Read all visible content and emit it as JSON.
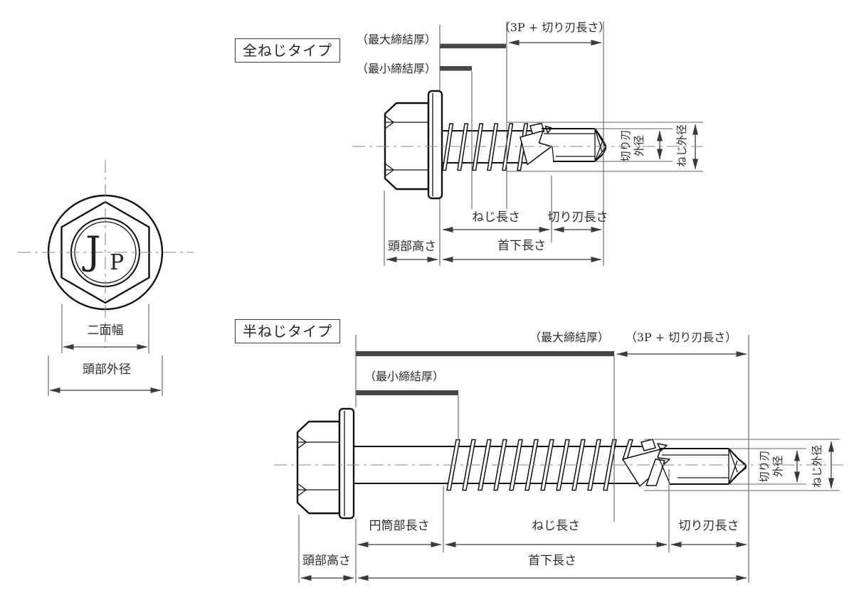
{
  "colors": {
    "line": "#111111",
    "dimension": "#3a3a3a",
    "thickness_bar": "#4a4445",
    "text": "#2b2b2b",
    "background": "#ffffff"
  },
  "front_view": {
    "logo_j": "J",
    "logo_p": "P",
    "width_across_flats": "二面幅",
    "head_outer_diameter": "頭部外径"
  },
  "full_thread_view": {
    "title": "全ねじタイプ",
    "max_fastening_thickness": "（最大締結厚）",
    "min_fastening_thickness": "（最小締結厚）",
    "p3_plus_cutting_edge_length": "（3P + 切り刃長さ）",
    "cutting_edge_outer_diameter": "切り刃\n外径",
    "thread_outer_diameter": "ねじ外径",
    "thread_length": "ねじ長さ",
    "cutting_edge_length": "切り刃長さ",
    "head_height": "頭部高さ",
    "under_head_length": "首下長さ"
  },
  "half_thread_view": {
    "title": "半ねじタイプ",
    "max_fastening_thickness": "（最大締結厚）",
    "min_fastening_thickness": "（最小締結厚）",
    "p3_plus_cutting_edge_length": "（3P + 切り刃長さ）",
    "cutting_edge_outer_diameter": "切り刃\n外径",
    "thread_outer_diameter": "ねじ外径",
    "cylindrical_part_length": "円筒部長さ",
    "thread_length": "ねじ長さ",
    "cutting_edge_length": "切り刃長さ",
    "head_height": "頭部高さ",
    "under_head_length": "首下長さ"
  }
}
